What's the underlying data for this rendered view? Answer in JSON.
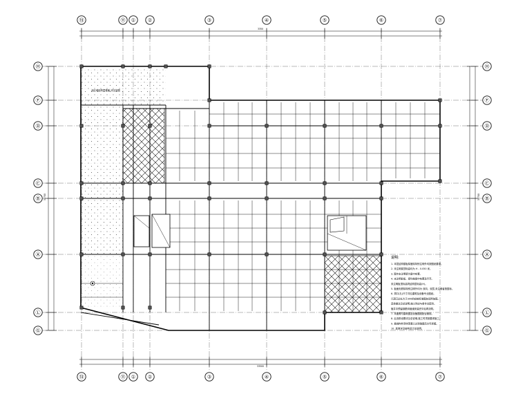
{
  "axes": {
    "vertical": [
      {
        "label": "⑬"
      },
      {
        "label": "⑪"
      },
      {
        "label": "①"
      },
      {
        "label": "②"
      },
      {
        "label": "③"
      },
      {
        "label": "④"
      },
      {
        "label": "⑤"
      },
      {
        "label": "⑥"
      },
      {
        "label": "⑦"
      }
    ],
    "horizontal": [
      {
        "label": "Ⓗ"
      },
      {
        "label": "Ⓕ"
      },
      {
        "label": "Ⓓ"
      },
      {
        "label": "Ⓒ"
      },
      {
        "label": "Ⓑ"
      },
      {
        "label": "Ⓐ"
      },
      {
        "label": "Ⓛ"
      },
      {
        "label": "Ⓖ"
      }
    ]
  },
  "dimensions": {
    "overall_top": "3350",
    "overall_bottom": "33500",
    "overall_left": "32700",
    "overall_right": "32700"
  },
  "hatched_region_label": "此区域结构层楼面,详见另图",
  "notes": {
    "title": "说明:",
    "lines": [
      "1. 本层结构楼板厚度除特别注明外均按图纸要求。",
      "2. 未注明梁顶标高均为 H - 0.050 米。",
      "3. 图中未注明梁为居中布置。",
      "4. 未注明处板、梁均按居中布置及平齐。",
      "   未注明板顶标高同结构层标高(H)。",
      "5. 板面负筋除特别注明外均为 双向、双层,未注明者按国标。",
      "6. 洞口(孔)尺寸详见建筑及设备专业图纸。",
      "   凡洞口边长大于300的应按标准图加设附加筋。",
      "   具体做法见总说明,施工时应与各专业配合。",
      "   管井中预留钢筋待管道安装完毕后再浇筑。",
      "7. 本图需与建筑图及设备图纸配合使用。",
      "8. 后浇带设置详见总说明,施工时须按要求施工。",
      "9. 悬挑构件须待混凝土达到强度后方可拆模。",
      "10. 其他详见结构设计总说明。"
    ]
  }
}
